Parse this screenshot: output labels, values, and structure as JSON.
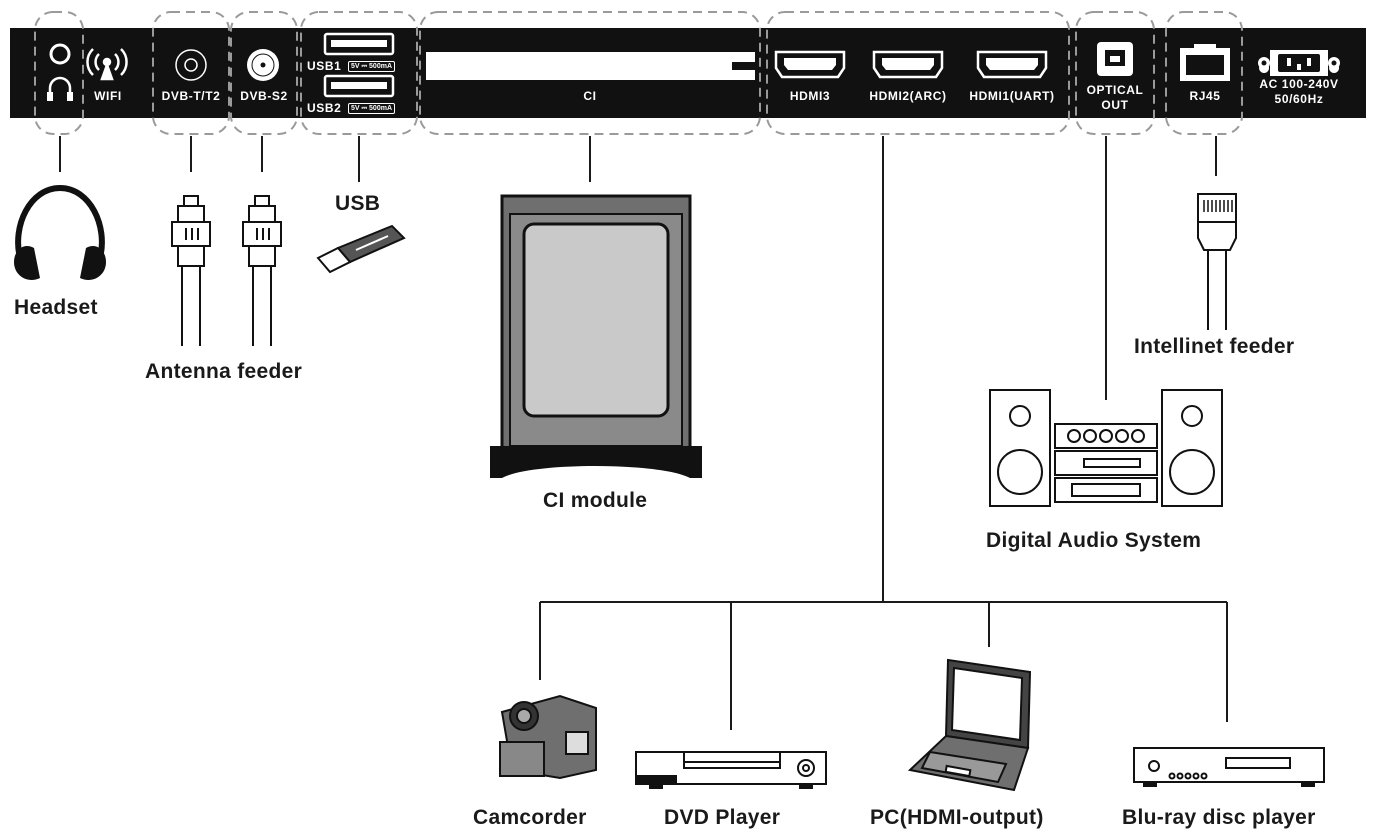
{
  "ports": {
    "wifi": "WIFI",
    "dvb_t": "DVB-T/T2",
    "dvb_s": "DVB-S2",
    "usb1": "USB1",
    "usb2": "USB2",
    "usb_spec": "5V ⎓ 500mA",
    "ci": "CI",
    "hdmi3": "HDMI3",
    "hdmi2": "HDMI2(ARC)",
    "hdmi1": "HDMI1(UART)",
    "optical_line1": "OPTICAL",
    "optical_line2": "OUT",
    "rj45": "RJ45",
    "ac_line1": "AC 100-240V",
    "ac_line2": "50/60Hz"
  },
  "devices": {
    "headset": "Headset",
    "antenna": "Antenna feeder",
    "usb": "USB",
    "ci_module": "CI module",
    "intellinet": "Intellinet feeder",
    "audio_system": "Digital Audio System",
    "camcorder": "Camcorder",
    "dvd": "DVD Player",
    "pc": "PC(HDMI-output)",
    "bluray": "Blu-ray disc player"
  },
  "colors": {
    "panel": "#111111",
    "line": "#1a1a1a",
    "dashed_outline": "#9a9a9a",
    "device_fill": "#6f6f6f"
  }
}
